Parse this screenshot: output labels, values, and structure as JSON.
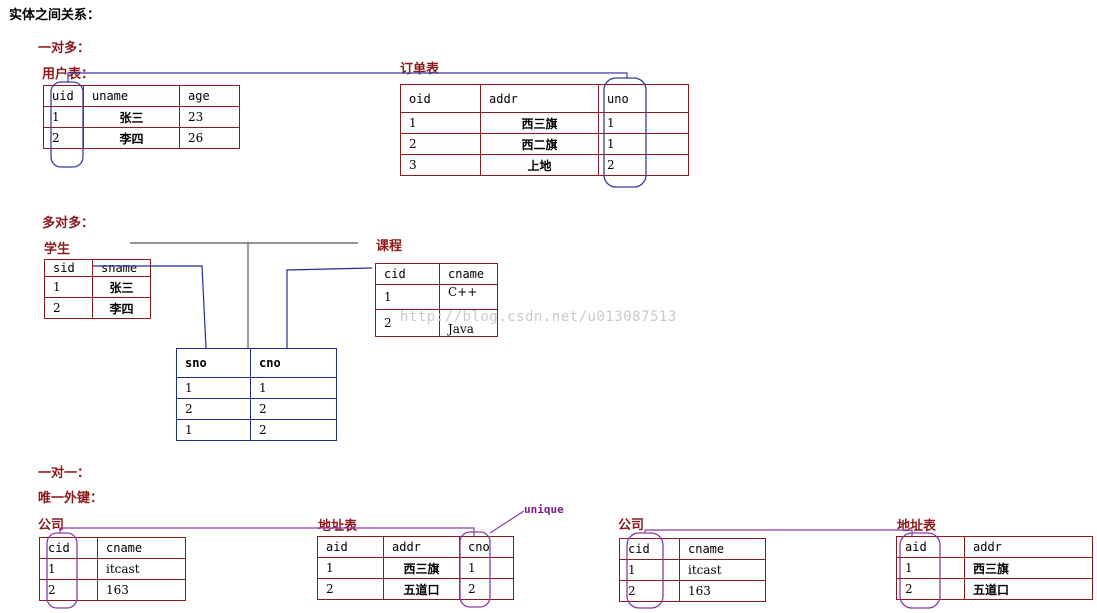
{
  "title": "实体之间关系：",
  "one_to_many": {
    "heading": "一对多：",
    "user_table": {
      "name": "用户表：",
      "columns": [
        "uid",
        "uname",
        "age"
      ],
      "rows": [
        [
          "1",
          "张三",
          "23"
        ],
        [
          "2",
          "李四",
          "26"
        ]
      ]
    },
    "order_table": {
      "name": "订单表",
      "columns": [
        "oid",
        "addr",
        "uno"
      ],
      "rows": [
        [
          "1",
          "西三旗",
          "1"
        ],
        [
          "2",
          "西二旗",
          "1"
        ],
        [
          "3",
          "上地",
          "2"
        ]
      ]
    }
  },
  "many_to_many": {
    "heading": "多对多：",
    "student_table": {
      "name": "学生",
      "columns": [
        "sid",
        "sname"
      ],
      "rows": [
        [
          "1",
          "张三"
        ],
        [
          "2",
          "李四"
        ]
      ]
    },
    "course_table": {
      "name": "课程",
      "columns": [
        "cid",
        "cname"
      ],
      "rows": [
        [
          "1",
          "C++"
        ],
        [
          "2",
          "Java"
        ]
      ]
    },
    "middle_table": {
      "columns": [
        "sno",
        "cno"
      ],
      "rows": [
        [
          "1",
          "1"
        ],
        [
          "2",
          "2"
        ],
        [
          "1",
          "2"
        ]
      ]
    }
  },
  "one_to_one": {
    "heading": "一对一：",
    "subheading": "唯一外键：",
    "unique_label": "unique",
    "left": {
      "company_table": {
        "name": "公司",
        "columns": [
          "cid",
          "cname"
        ],
        "rows": [
          [
            "1",
            "itcast"
          ],
          [
            "2",
            "163"
          ]
        ]
      },
      "address_table": {
        "name": "地址表",
        "columns": [
          "aid",
          "addr",
          "cno"
        ],
        "rows": [
          [
            "1",
            "西三旗",
            "1"
          ],
          [
            "2",
            "五道口",
            "2"
          ]
        ]
      }
    },
    "right": {
      "company_table": {
        "name": "公司",
        "columns": [
          "cid",
          "cname"
        ],
        "rows": [
          [
            "1",
            "itcast"
          ],
          [
            "2",
            "163"
          ]
        ]
      },
      "address_table": {
        "name": "地址表",
        "columns": [
          "aid",
          "addr"
        ],
        "rows": [
          [
            "1",
            "西三旗"
          ],
          [
            "2",
            "五道口"
          ]
        ]
      }
    }
  },
  "watermark": "http://blog.csdn.net/u013087513",
  "colors": {
    "table_border": "#8b1a1a",
    "link_table_border": "#1f2f8f",
    "highlight_oval": "#3a3aa0",
    "unique_highlight": "#8a3aa8"
  }
}
